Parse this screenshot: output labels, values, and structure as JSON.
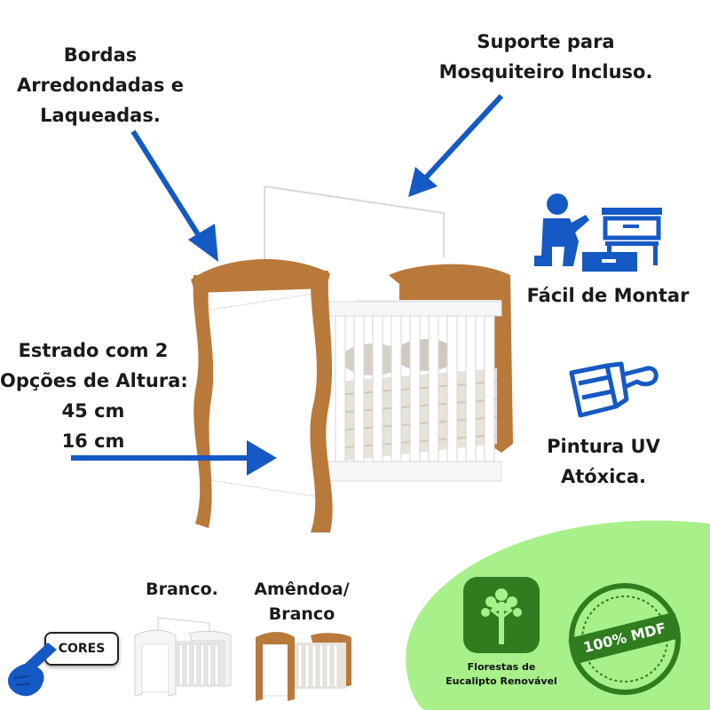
{
  "callouts": {
    "bordas": [
      "Bordas",
      "Arredondadas e",
      "Laqueadas."
    ],
    "suporte": [
      "Suporte para",
      "Mosquiteiro Incluso."
    ],
    "montar": "Fácil de Montar",
    "pintura": [
      "Pintura UV",
      "Atóxica."
    ],
    "estrado": [
      "Estrado com 2",
      "Opções de Altura:",
      "45 cm",
      "16 cm"
    ]
  },
  "colors_section": {
    "button_label": "CORES",
    "options": [
      {
        "label": [
          "Branco."
        ]
      },
      {
        "label": [
          "Amêndoa/",
          "Branco"
        ]
      }
    ]
  },
  "badges": {
    "florestas": [
      "Florestas de",
      "Eucalipto Renovável"
    ],
    "mdf": "100% MDF"
  },
  "colors": {
    "arrow_blue": "#1559c4",
    "wood": "#b9793a",
    "eco_green": "#a8f08a",
    "badge_green": "#2f7d1e"
  }
}
